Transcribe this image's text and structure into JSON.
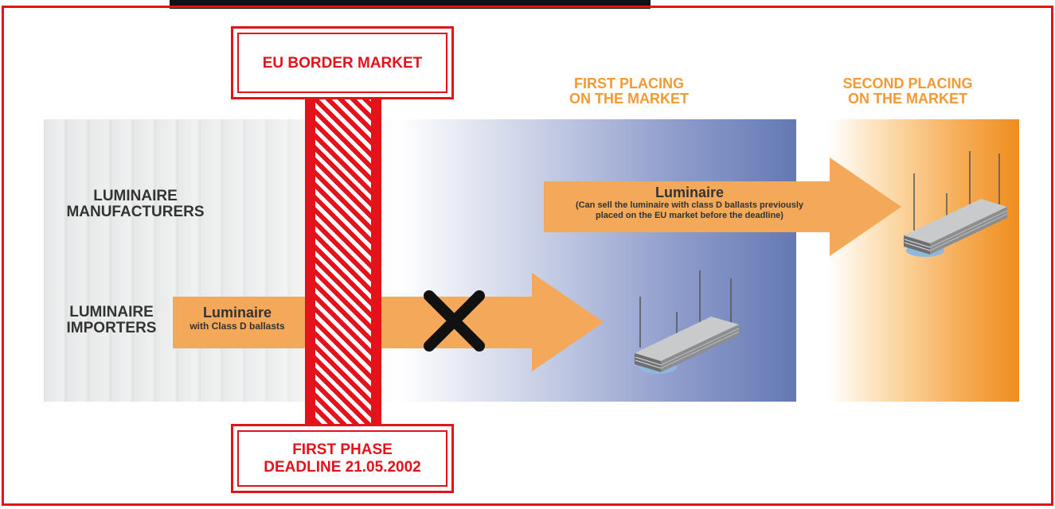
{
  "border_box": {
    "text": "EU BORDER MARKET"
  },
  "deadline_box": {
    "line1": "FIRST PHASE",
    "line2": "DEADLINE 21.05.2002"
  },
  "first_placing": {
    "line1": "FIRST PLACING",
    "line2": "ON THE MARKET"
  },
  "second_placing": {
    "line1": "SECOND PLACING",
    "line2": "ON THE MARKET"
  },
  "manufacturers": {
    "line1": "LUMINAIRE",
    "line2": "MANUFACTURERS"
  },
  "importers": {
    "line1": "LUMINAIRE",
    "line2": "IMPORTERS"
  },
  "blocked_arrow": {
    "title": "Luminaire",
    "subtitle": "with Class D ballasts"
  },
  "allowed_arrow": {
    "title": "Luminaire",
    "subtitle_line1": "(Can sell the luminaire with class D ballasts previously",
    "subtitle_line2": "placed on the EU market before the deadline)"
  },
  "colors": {
    "red": "#e3121b",
    "orange": "#f29a35",
    "arrow_orange": "#f3a85a",
    "blue": "#6479b4",
    "dark": "#333333"
  },
  "icons": [
    "cross-icon",
    "luminaire-icon"
  ]
}
